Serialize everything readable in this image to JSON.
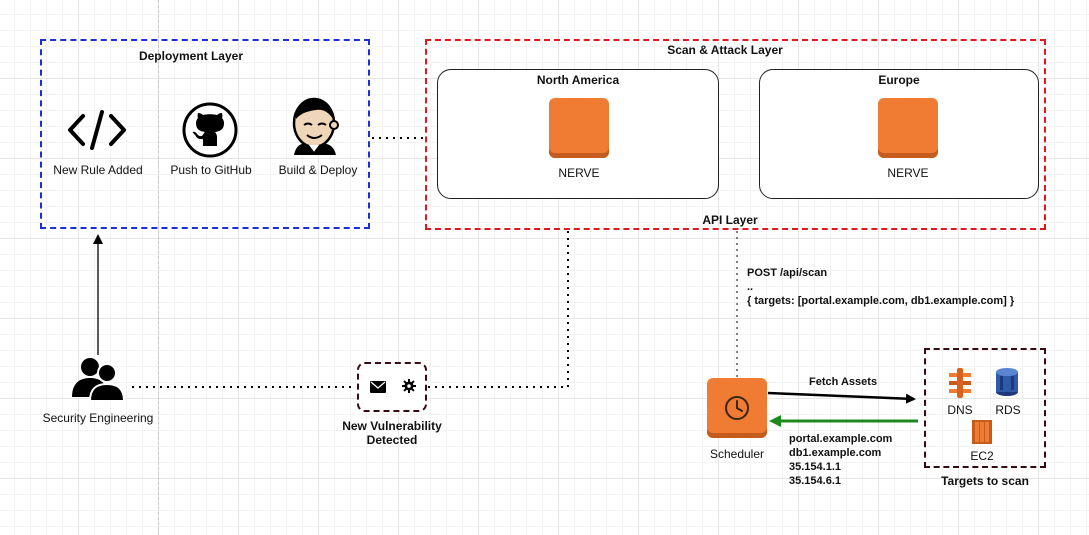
{
  "deployment": {
    "title": "Deployment Layer",
    "steps": [
      {
        "label": "New Rule Added",
        "icon": "code-icon"
      },
      {
        "label": "Push to GitHub",
        "icon": "github-icon"
      },
      {
        "label": "Build & Deploy",
        "icon": "jenkins-icon"
      }
    ]
  },
  "scan": {
    "title": "Scan & Attack Layer",
    "api_label": "API Layer",
    "regions": [
      {
        "name": "North America",
        "node": "NERVE"
      },
      {
        "name": "Europe",
        "node": "NERVE"
      }
    ]
  },
  "security": {
    "label": "Security Engineering",
    "icon": "users-icon"
  },
  "vulnerability": {
    "label_line1": "New Vulnerability",
    "label_line2": "Detected",
    "icons": [
      "envelope-icon",
      "gear-icon"
    ]
  },
  "request": {
    "line1": "POST /api/scan",
    "line2": "..",
    "line3": "{ targets: [portal.example.com, db1.example.com] }"
  },
  "scheduler": {
    "label": "Scheduler",
    "icon": "clock-icon"
  },
  "fetch": {
    "label": "Fetch Assets"
  },
  "assets": [
    "portal.example.com",
    "db1.example.com",
    "35.154.1.1",
    "35.154.6.1"
  ],
  "targets": {
    "title": "Targets to scan",
    "items": [
      {
        "label": "DNS",
        "icon": "route53-icon"
      },
      {
        "label": "RDS",
        "icon": "rds-icon"
      },
      {
        "label": "EC2",
        "icon": "ec2-icon"
      }
    ]
  },
  "colors": {
    "deployment_border": "#1a2fd6",
    "scan_border": "#e0191f",
    "aws_orange": "#f07b32",
    "return_arrow": "#1e8a1e"
  }
}
